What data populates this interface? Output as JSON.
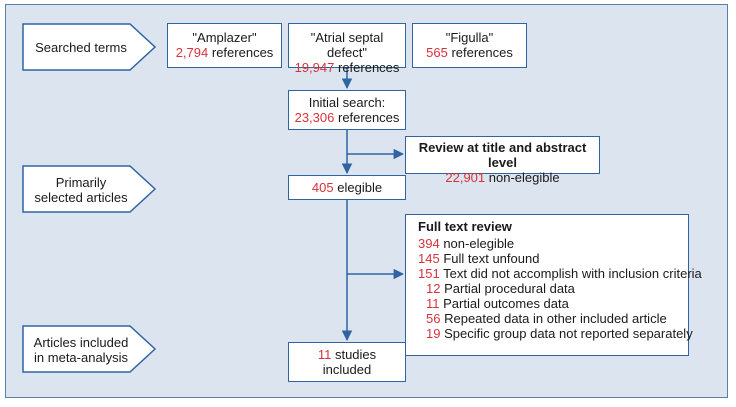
{
  "colors": {
    "accent_red": "#d8323c",
    "box_border": "#2f64a3",
    "background": "#dbe4ef",
    "arrow": "#2f64a3"
  },
  "labels": {
    "searched_terms": "Searched terms",
    "primarily_selected": [
      "Primarily",
      "selected articles"
    ],
    "articles_included": [
      "Articles included",
      "in meta-analysis"
    ]
  },
  "search_terms": [
    {
      "term": "\"Amplazer\"",
      "count": "2,794",
      "unit": "references"
    },
    {
      "term": "\"Atrial septal defect\"",
      "count": "19,947",
      "unit": "references"
    },
    {
      "term": "\"Figulla\"",
      "count": "565",
      "unit": "references"
    }
  ],
  "initial_search": {
    "title": "Initial search:",
    "count": "23,306",
    "unit": "references"
  },
  "title_abstract_review": {
    "title": "Review at title and abstract level",
    "count": "22,901",
    "unit": "non-elegible"
  },
  "elegible": {
    "count": "405",
    "unit": "elegible"
  },
  "full_text_review": {
    "title": "Full text review",
    "items": [
      {
        "count": "394",
        "text": "non-elegible",
        "indent": false
      },
      {
        "count": "145",
        "text": "Full text unfound",
        "indent": false
      },
      {
        "count": "151",
        "text": "Text did not accomplish with inclusion criteria",
        "indent": false
      },
      {
        "count": "12",
        "text": "Partial procedural data",
        "indent": true
      },
      {
        "count": "11",
        "text": "Partial outcomes data",
        "indent": true
      },
      {
        "count": "56",
        "text": "Repeated data in other included article",
        "indent": true
      },
      {
        "count": "19",
        "text": "Specific group data not reported separately",
        "indent": true
      }
    ]
  },
  "studies_included": {
    "count": "11",
    "unit": "studies",
    "unit2": "included"
  }
}
